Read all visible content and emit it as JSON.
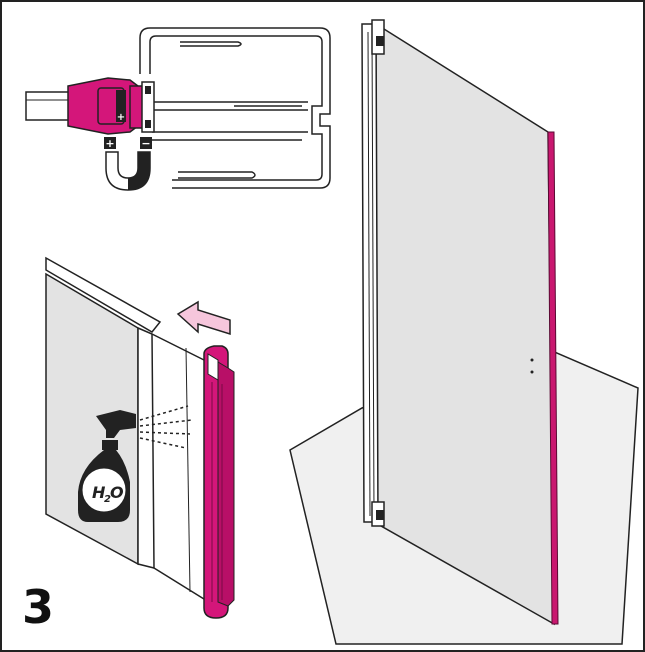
{
  "step": {
    "number": "3"
  },
  "labels": {
    "plus": "+",
    "minus": "−",
    "h2o_h": "H",
    "h2o_2": "2",
    "h2o_o": "O"
  },
  "colors": {
    "accent": "#d4167a",
    "accent_dark": "#8a0c4f",
    "glass": "#e2e2e2",
    "floor": "#f0f0f0",
    "arrow_fill": "#f6c6dc",
    "frame": "#222222"
  },
  "icons": [
    "magnet-icon",
    "spray-bottle-icon",
    "direction-arrow-icon"
  ]
}
